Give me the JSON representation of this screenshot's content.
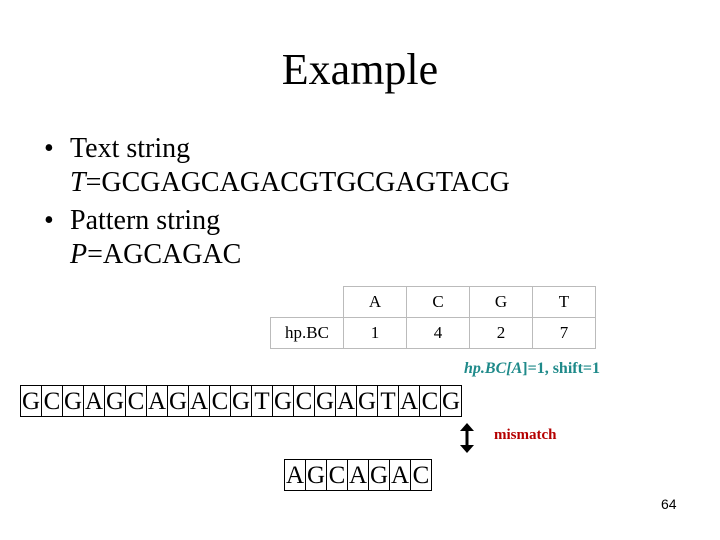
{
  "title": "Example",
  "bullets": [
    {
      "label": "Text string",
      "var": "T",
      "value": "=GCGAGCAGACGTGCGAGTACG"
    },
    {
      "label": "Pattern string",
      "var": "P",
      "value": "=AGCAGAC"
    }
  ],
  "table": {
    "headers": [
      "A",
      "C",
      "G",
      "T"
    ],
    "row_label": "hp.BC",
    "values": [
      "1",
      "4",
      "2",
      "7"
    ]
  },
  "note": {
    "prefix": "hp.BC[",
    "index": "A",
    "suffix": "]=1, shift=1"
  },
  "text_chars": [
    "G",
    "C",
    "G",
    "A",
    "G",
    "C",
    "A",
    "G",
    "A",
    "C",
    "G",
    "T",
    "G",
    "C",
    "G",
    "A",
    "G",
    "T",
    "A",
    "C",
    "G"
  ],
  "pattern_chars": [
    "A",
    "G",
    "C",
    "A",
    "G",
    "A",
    "C"
  ],
  "mismatch_label": "mismatch",
  "page_number": "64",
  "colors": {
    "note": "#1f8a8a",
    "mismatch": "#b50000"
  }
}
